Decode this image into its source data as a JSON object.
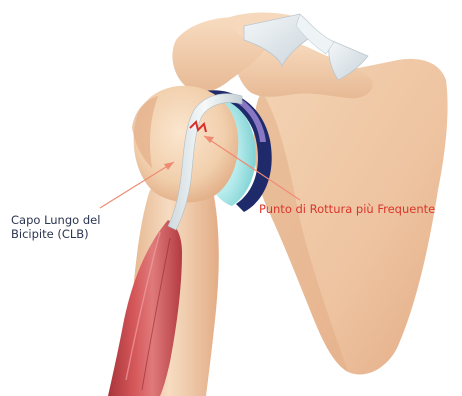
{
  "labels": {
    "long_head_line1": "Capo Lungo del",
    "long_head_line2": "Bicipite (CLB)",
    "rupture_point": "Punto di Rottura più Frequente"
  },
  "colors": {
    "bone": "#f2cfae",
    "bone_shadow": "#d9a57f",
    "cartilage": "#a8e6e6",
    "labrum": "#1f2a6b",
    "ligament": "#e7eef2",
    "muscle": "#c9474b",
    "tendon": "#e8eef0",
    "arrow": "#f08a72",
    "rupture_mark": "#d8302a",
    "label_dark": "#2b3550",
    "label_red": "#d9362b"
  }
}
